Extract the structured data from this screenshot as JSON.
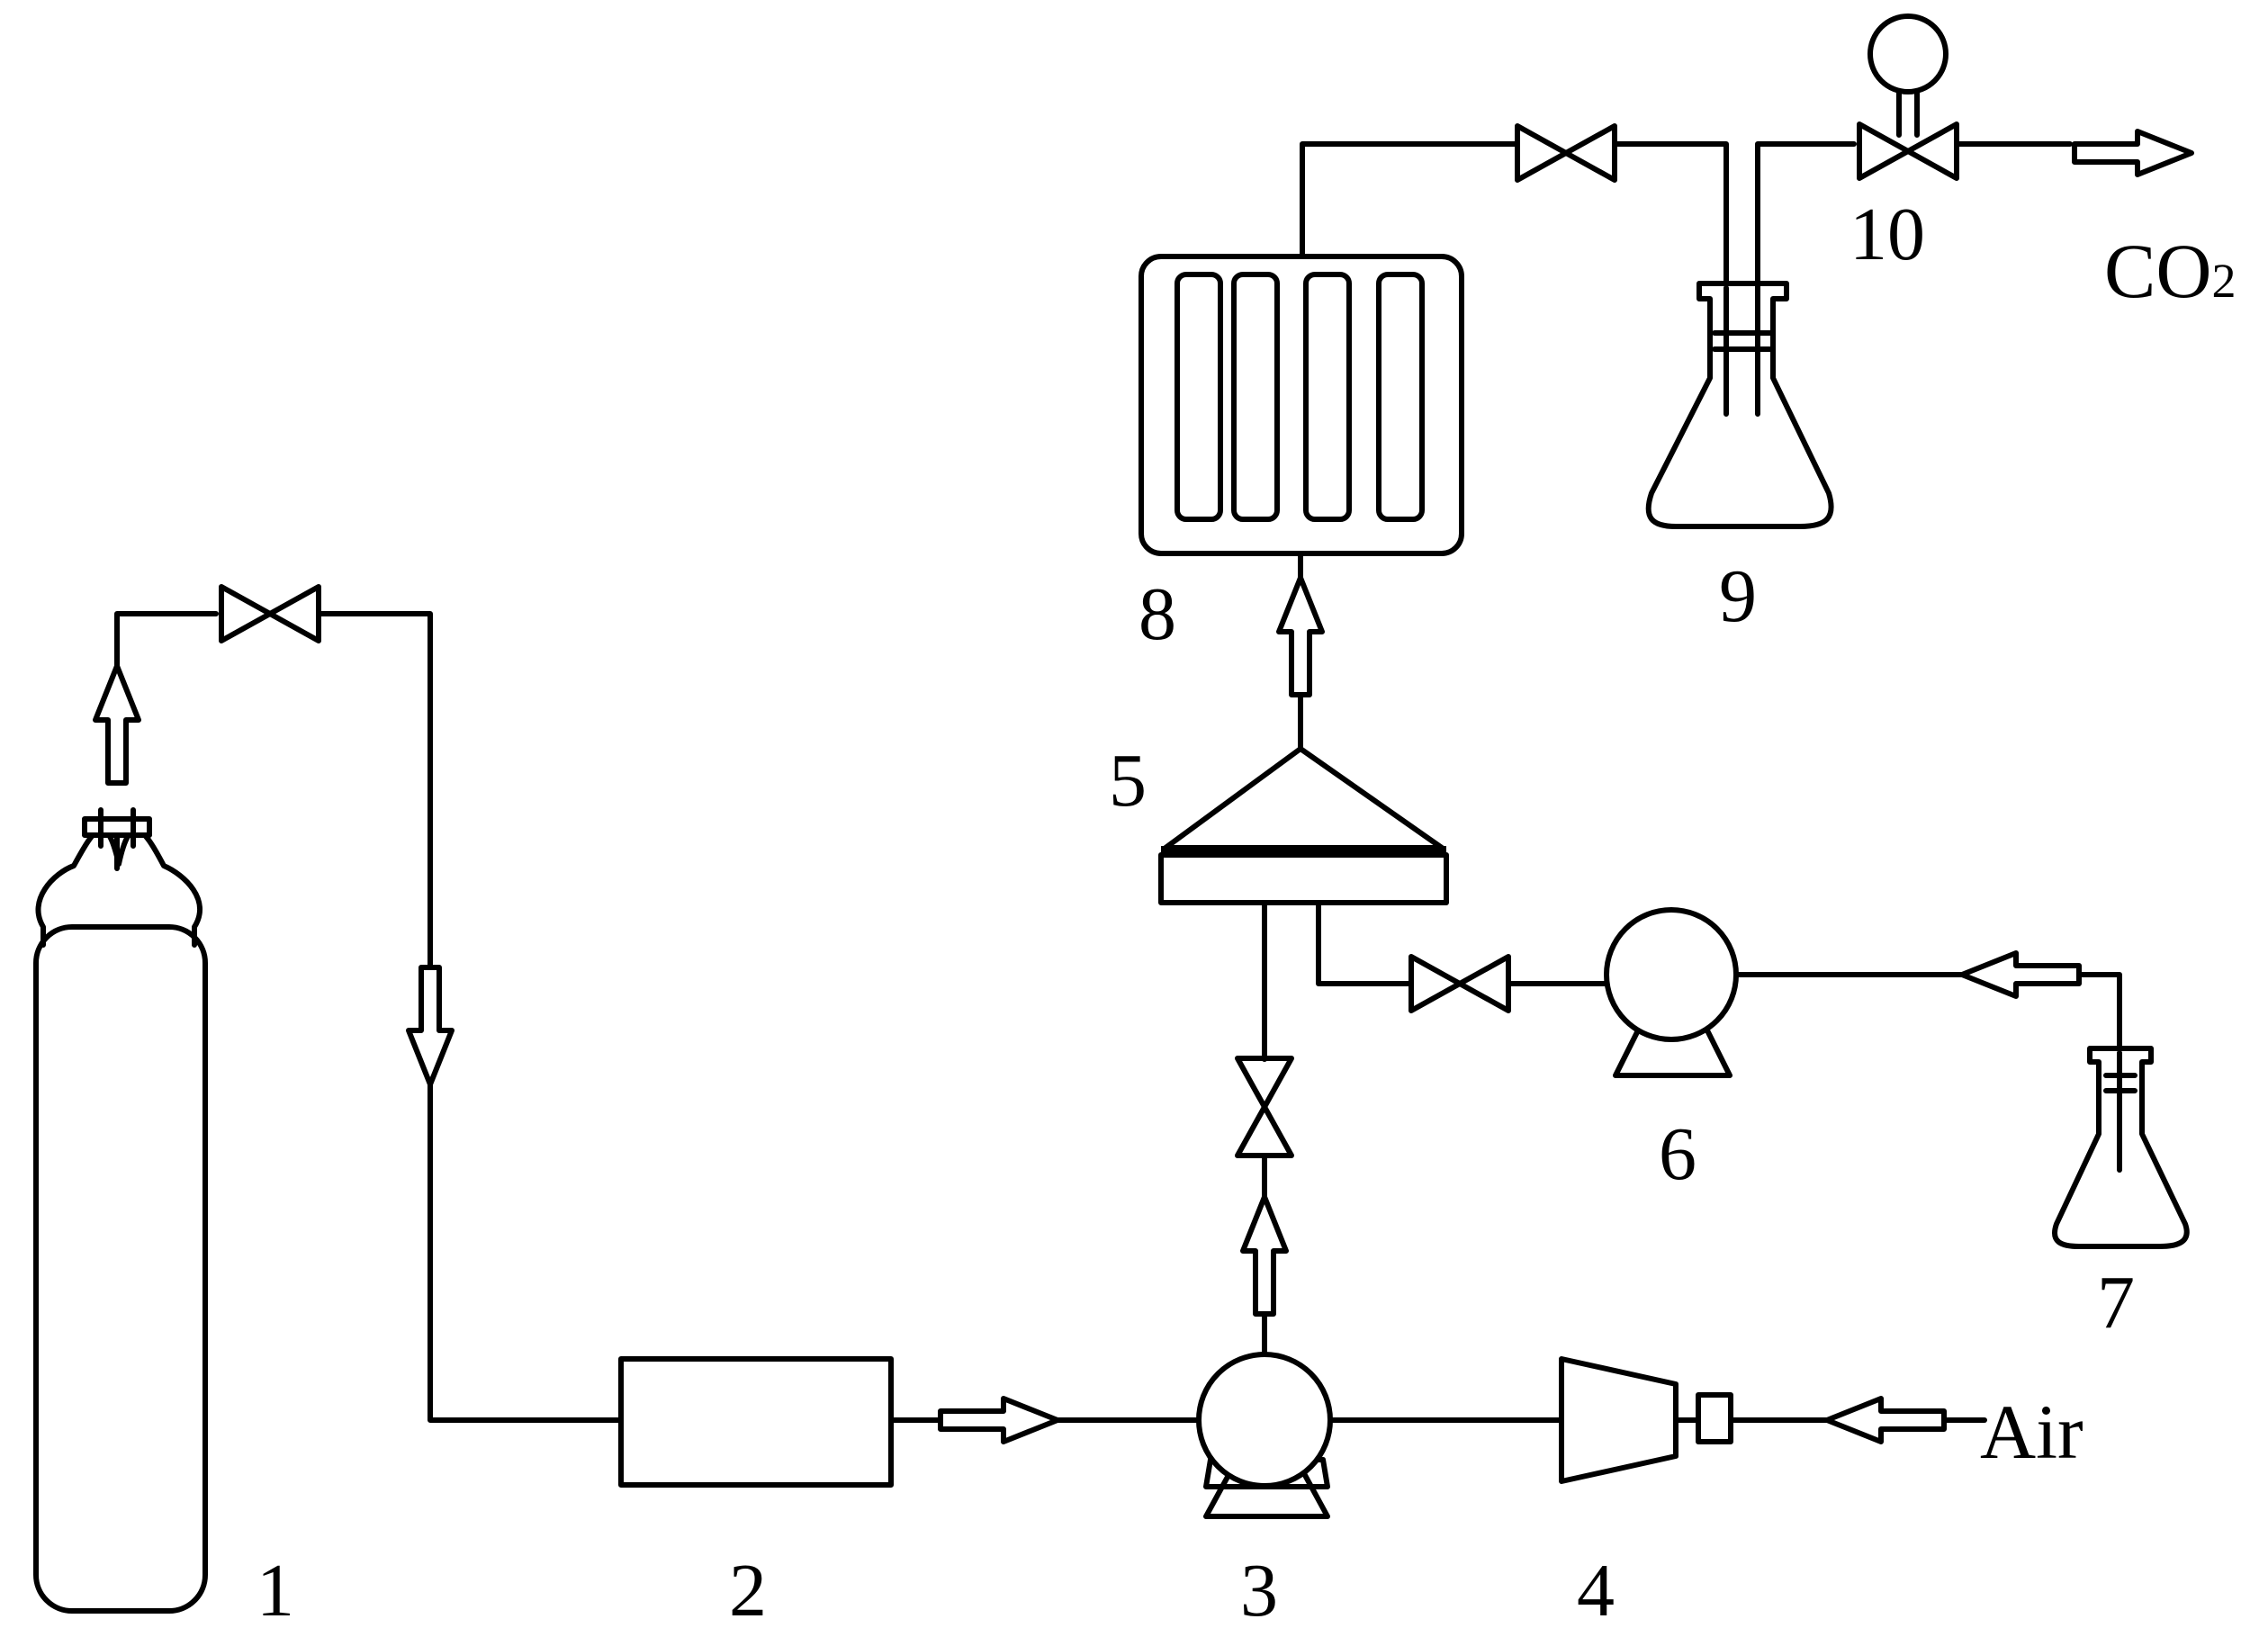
{
  "labels": {
    "n1": "1",
    "n2": "2",
    "n3": "3",
    "n4": "4",
    "n5": "5",
    "n6": "6",
    "n7": "7",
    "n8": "8",
    "n9": "9",
    "n10": "10",
    "air": "Air",
    "co2_main": "CO",
    "co2_sub": "2"
  },
  "icons": {
    "arrow": "hollow-flow-arrow",
    "valve": "bowtie-valve"
  }
}
